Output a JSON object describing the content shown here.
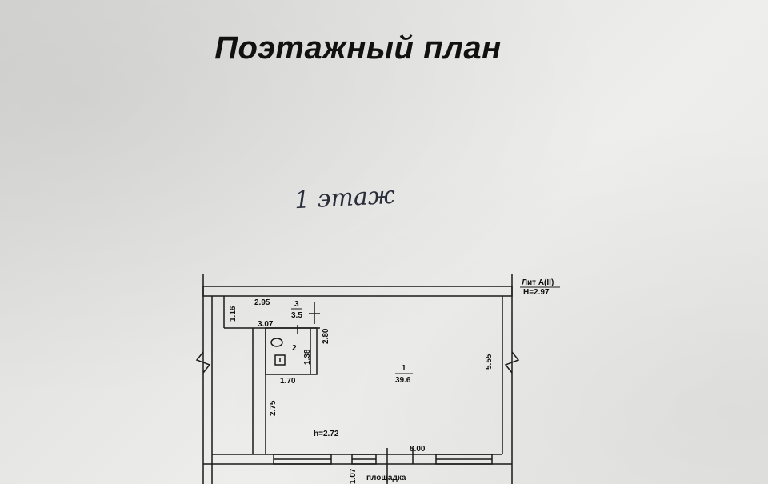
{
  "document": {
    "title": "Поэтажный план",
    "floor_note": "1 этаж"
  },
  "plan": {
    "litera": "Лит А(II)",
    "height_main": "H=2.97",
    "room_1": {
      "number": "1",
      "area": "39.6"
    },
    "room_2": {
      "number": "2"
    },
    "room_3": {
      "number": "3",
      "area": "3.5"
    },
    "dims": {
      "d_295": "2.95",
      "d_116": "1.16",
      "d_307": "3.07",
      "d_280": "2.80",
      "d_138": "1.38",
      "d_170": "1.70",
      "d_555": "5.55",
      "d_275": "2.75",
      "d_800": "8.00",
      "d_107": "1.07"
    },
    "ceiling_height": "h=2.72",
    "platform": "площадка"
  }
}
